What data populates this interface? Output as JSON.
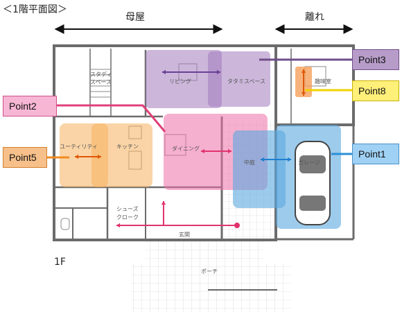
{
  "title": "＜1階平面図＞",
  "sections": {
    "main_house": "母屋",
    "annex": "離れ"
  },
  "floor_label": "1F",
  "rooms": {
    "study": "スタディ\nスペース",
    "living": "リビング",
    "tatami": "タタミスペース",
    "hobby": "趣味室",
    "utility": "ユーティリティ",
    "kitchen": "キッチン",
    "dining": "ダイニング",
    "courtyard": "中庭",
    "garage": "ガレージ",
    "shoes": "シューズ\nクローク",
    "entrance": "玄関",
    "porch": "ポーチ"
  },
  "callouts": [
    {
      "id": "point1",
      "label": "Point1",
      "fill": "#9fd1f4",
      "border": "#4a90c8",
      "line": "#2b8fd6"
    },
    {
      "id": "point2",
      "label": "Point2",
      "fill": "#f6b6d4",
      "border": "#d0508a",
      "line": "#e0407a"
    },
    {
      "id": "point3",
      "label": "Point3",
      "fill": "#b79cc9",
      "border": "#6f4d88",
      "line": "#6f4d88"
    },
    {
      "id": "point5",
      "label": "Point5",
      "fill": "#f7c08a",
      "border": "#d08030",
      "line": "#f08a20"
    },
    {
      "id": "point8",
      "label": "Point8",
      "fill": "#fff07a",
      "border": "#c8b000",
      "line": "#f2d200"
    }
  ],
  "zone_colors": {
    "purple": "#a27bbd",
    "pink": "#ee6fa8",
    "orange": "#f5b05c",
    "blue": "#5ba8e0",
    "hobby": "#f5a05a"
  }
}
